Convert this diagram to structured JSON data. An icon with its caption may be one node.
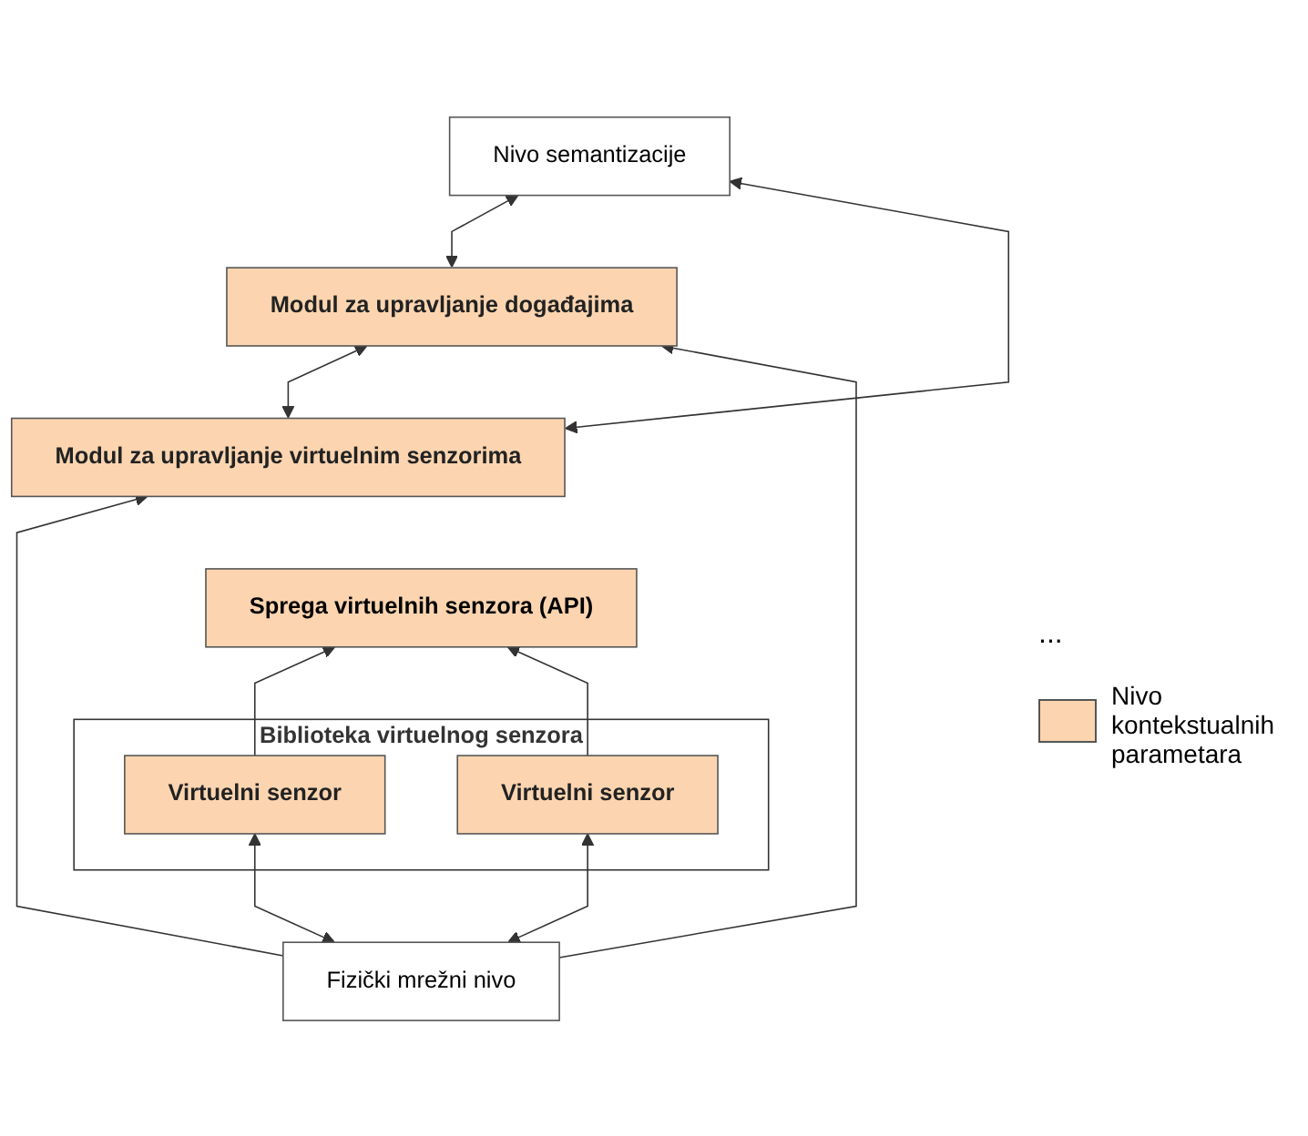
{
  "diagram": {
    "nodes": [
      {
        "text": [
          "Nivo semantizacije"
        ]
      },
      {
        "text": [
          "Modul za upravljanje događajima"
        ]
      },
      {
        "text": [
          "Modul za upravljanje virtuelnim senzorima"
        ]
      },
      {
        "text": [
          "Sprega virtuelnih senzora (API)"
        ]
      },
      {
        "text": [
          "Biblioteka virtuelnog senzora"
        ]
      },
      {
        "text": [
          "Virtuelni senzor"
        ],
        "in": 4
      },
      {
        "text": [
          "Virtuelni senzor"
        ],
        "in": 4
      },
      {
        "text": [
          "Fizički mrežni nivo"
        ]
      }
    ],
    "edges": [
      {
        "from": 0,
        "to": 1,
        "arrow": "both"
      },
      {
        "from": 0,
        "to": 2,
        "arrow": "both"
      },
      {
        "from": 1,
        "to": 2,
        "arrow": "both"
      },
      {
        "from": 5,
        "to": 3,
        "arrow": "to"
      },
      {
        "from": 6,
        "to": 3,
        "arrow": "to"
      },
      {
        "from": 5,
        "to": 7,
        "arrow": "both"
      },
      {
        "from": 6,
        "to": 7,
        "arrow": "both"
      },
      {
        "from": 7,
        "to": 1,
        "arrow": "to"
      },
      {
        "from": 7,
        "to": 2,
        "arrow": "to"
      }
    ],
    "labels": [
      "..."
    ],
    "legend": [
      {
        "text": "Nivo kontekstualnih parametara",
        "color": "#fcd5b0"
      }
    ]
  }
}
